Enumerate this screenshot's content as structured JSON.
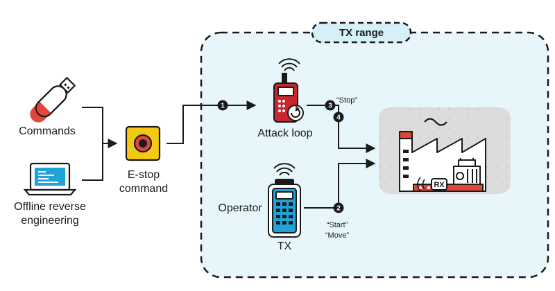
{
  "range": {
    "title": "TX range"
  },
  "nodes": {
    "commands": "Commands",
    "offline": [
      "Offline reverse",
      "engineering"
    ],
    "estop": [
      "E-stop",
      "command"
    ],
    "attack_loop": "Attack loop",
    "operator": "Operator",
    "tx": "TX"
  },
  "steps": {
    "s1": "1",
    "s2": "2",
    "s3": "3",
    "s4": "4"
  },
  "messages": {
    "stop": "“Stop”",
    "start": "“Start”",
    "move": "“Move”",
    "rx": "RX"
  },
  "colors": {
    "range_fill": "#e6f6fb",
    "factory_bg": "#dcdcdc",
    "accent_red": "#e2463a",
    "device_red": "#c8282d",
    "remote_blue": "#1fa3d8",
    "estop_yellow": "#f3c913"
  }
}
